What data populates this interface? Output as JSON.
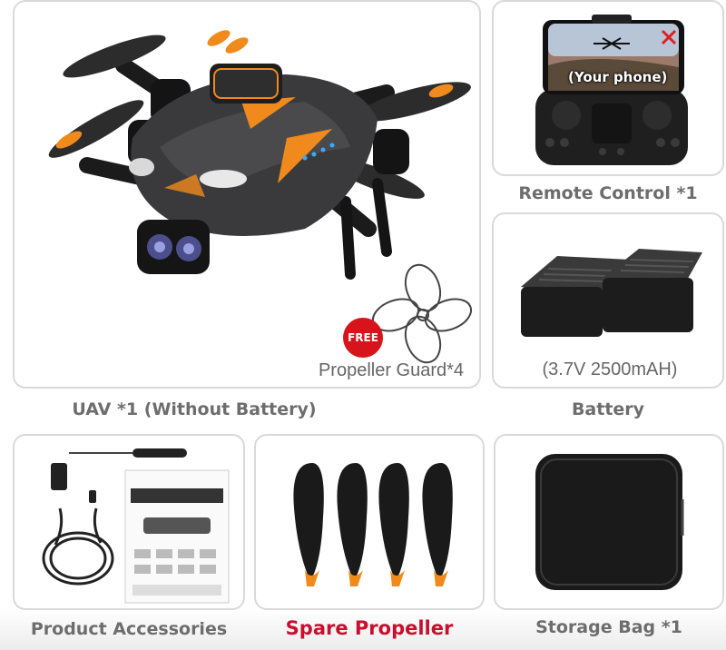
{
  "items": {
    "uav": {
      "caption": "UAV *1 (Without Battery)"
    },
    "propeller_guard": {
      "label": "Propeller Guard*4",
      "badge": "FREE"
    },
    "remote": {
      "caption": "Remote Control *1",
      "phone_text": "(Your phone)"
    },
    "battery": {
      "caption": "Battery",
      "spec": "(3.7V 2500mAH)"
    },
    "accessories": {
      "caption": "Product Accessories"
    },
    "spare_propeller": {
      "caption": "Spare Propeller"
    },
    "storage_bag": {
      "caption": "Storage Bag *1"
    }
  },
  "colors": {
    "accent": "#f08a1c",
    "badge": "#d7141b",
    "caption_red": "#c8102e",
    "caption_gray": "#6d6d6d"
  },
  "icons": [
    "drone-image",
    "propeller-guard-icon",
    "remote-control-image",
    "battery-image",
    "usb-cable-image",
    "screwdriver-image",
    "manual-image",
    "propeller-image",
    "storage-bag-image"
  ]
}
